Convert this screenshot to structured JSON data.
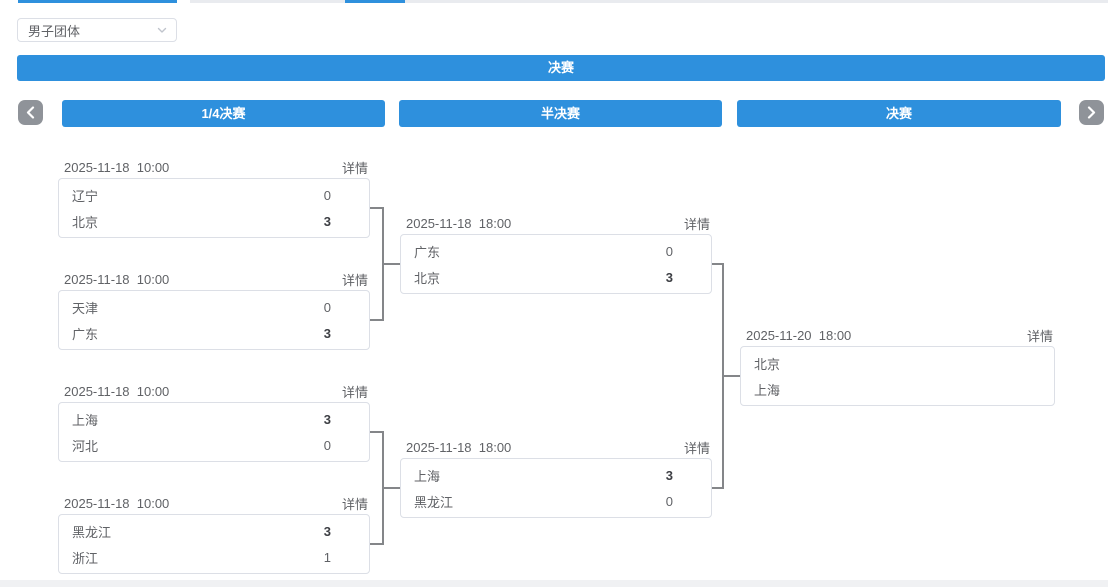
{
  "colors": {
    "primary_blue": "#2e90dd",
    "arrow_button_gray": "#8f9399",
    "connector_gray": "#848689",
    "card_border": "#dcdfe6",
    "text_gray": "#606266"
  },
  "filter_select": {
    "value": "男子团体",
    "chevron_icon": "chevron-down"
  },
  "stage_banner": {
    "label": "决赛"
  },
  "bracket_nav": {
    "prev_icon": "chevron-left",
    "next_icon": "chevron-right"
  },
  "round_headers": [
    {
      "label": "1/4决赛"
    },
    {
      "label": "半决赛"
    },
    {
      "label": "决赛"
    }
  ],
  "matches": [
    {
      "datetime": "2025-11-18  10:00",
      "details": "详情",
      "home": {
        "name": "辽宁",
        "score": "0",
        "winner": false
      },
      "away": {
        "name": "北京",
        "score": "3",
        "winner": true
      }
    },
    {
      "datetime": "2025-11-18  10:00",
      "details": "详情",
      "home": {
        "name": "天津",
        "score": "0",
        "winner": false
      },
      "away": {
        "name": "广东",
        "score": "3",
        "winner": true
      }
    },
    {
      "datetime": "2025-11-18  10:00",
      "details": "详情",
      "home": {
        "name": "上海",
        "score": "3",
        "winner": true
      },
      "away": {
        "name": "河北",
        "score": "0",
        "winner": false
      }
    },
    {
      "datetime": "2025-11-18  10:00",
      "details": "详情",
      "home": {
        "name": "黑龙江",
        "score": "3",
        "winner": true
      },
      "away": {
        "name": "浙江",
        "score": "1",
        "winner": false
      }
    },
    {
      "datetime": "2025-11-18  18:00",
      "details": "详情",
      "home": {
        "name": "广东",
        "score": "0",
        "winner": false
      },
      "away": {
        "name": "北京",
        "score": "3",
        "winner": true
      }
    },
    {
      "datetime": "2025-11-18  18:00",
      "details": "详情",
      "home": {
        "name": "上海",
        "score": "3",
        "winner": true
      },
      "away": {
        "name": "黑龙江",
        "score": "0",
        "winner": false
      }
    },
    {
      "datetime": "2025-11-20  18:00",
      "details": "详情",
      "home": {
        "name": "北京",
        "score": "",
        "winner": false
      },
      "away": {
        "name": "上海",
        "score": "",
        "winner": false
      }
    }
  ]
}
